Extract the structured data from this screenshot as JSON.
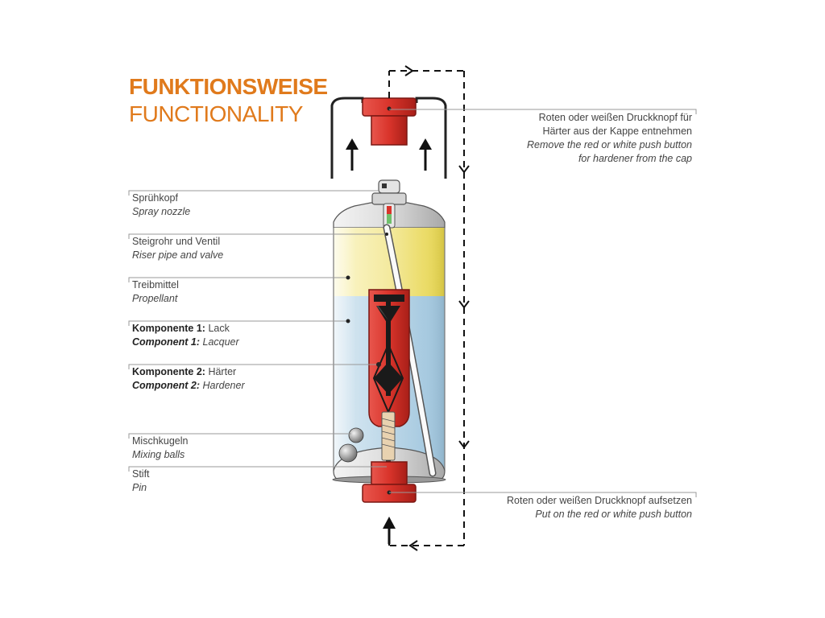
{
  "title": {
    "de": "FUNKTIONSWEISE",
    "en": "FUNCTIONALITY"
  },
  "colors": {
    "accent": "#e07a1c",
    "can_red": "#d9342b",
    "propellant": "#f3e79a",
    "lacquer": "#bcd9ea",
    "leader": "#888888"
  },
  "labels": [
    {
      "id": "spray-nozzle",
      "de": "Sprühkopf",
      "en": "Spray nozzle"
    },
    {
      "id": "riser-pipe",
      "de": "Steigrohr und Ventil",
      "en": "Riser pipe and valve"
    },
    {
      "id": "propellant",
      "de": "Treibmittel",
      "en": "Propellant"
    },
    {
      "id": "component-1",
      "de_bold": "Komponente 1:",
      "de": " Lack",
      "en_bold": "Component 1:",
      "en": " Lacquer"
    },
    {
      "id": "component-2",
      "de_bold": "Komponente 2:",
      "de": " Härter",
      "en_bold": "Component 2:",
      "en": " Hardener"
    },
    {
      "id": "mixing-balls",
      "de": "Mischkugeln",
      "en": "Mixing balls"
    },
    {
      "id": "pin",
      "de": "Stift",
      "en": "Pin"
    }
  ],
  "right_labels": [
    {
      "id": "remove-button",
      "de": [
        "Roten oder weißen Druckknopf für",
        "Härter aus der Kappe entnehmen"
      ],
      "en": [
        "Remove the red or white push button",
        "for hardener from the cap"
      ]
    },
    {
      "id": "put-on-button",
      "de": [
        "Roten oder weißen Druckknopf aufsetzen"
      ],
      "en": [
        "Put on the red or white push button"
      ]
    }
  ]
}
